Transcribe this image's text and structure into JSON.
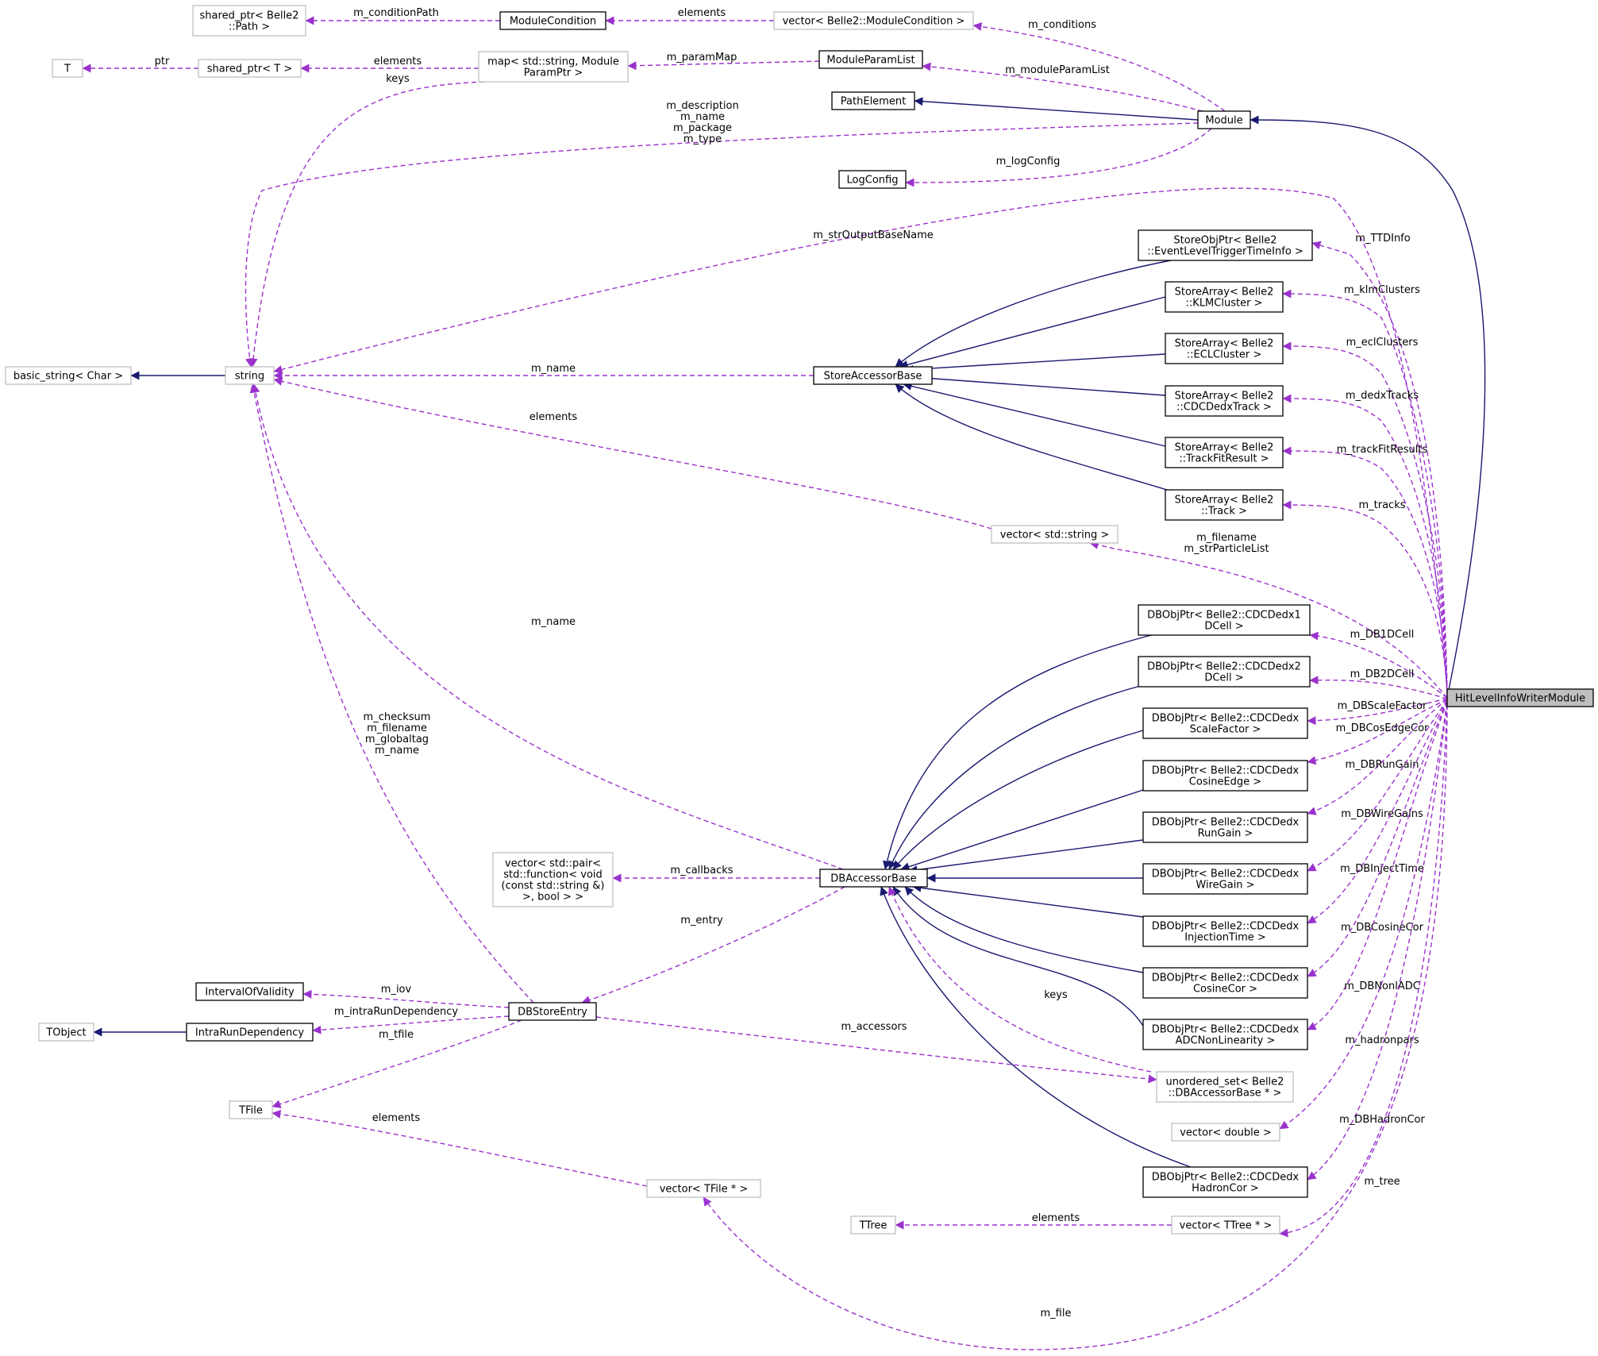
{
  "colors": {
    "background": "#ffffff",
    "node_border": "#000000",
    "external_node_border": "#bfbfbf",
    "focus_node_fill": "#bfbfbf",
    "inheritance_edge": "#191970",
    "usage_edge": "#9a32cd",
    "text": "#000000"
  },
  "nodes": [
    {
      "id": "shared_path",
      "lines": [
        "shared_ptr< Belle2",
        "::Path >"
      ],
      "style": "external"
    },
    {
      "id": "module_condition",
      "lines": [
        "ModuleCondition"
      ],
      "style": "class"
    },
    {
      "id": "vector_module_condition",
      "lines": [
        "vector< Belle2::ModuleCondition >"
      ],
      "style": "external"
    },
    {
      "id": "t",
      "lines": [
        "T"
      ],
      "style": "external"
    },
    {
      "id": "shared_t",
      "lines": [
        "shared_ptr< T >"
      ],
      "style": "external"
    },
    {
      "id": "map_param",
      "lines": [
        "map< std::string, Module",
        "ParamPtr >"
      ],
      "style": "external"
    },
    {
      "id": "module_param_list",
      "lines": [
        "ModuleParamList"
      ],
      "style": "class"
    },
    {
      "id": "path_element",
      "lines": [
        "PathElement"
      ],
      "style": "class"
    },
    {
      "id": "module",
      "lines": [
        "Module"
      ],
      "style": "class"
    },
    {
      "id": "log_config",
      "lines": [
        "LogConfig"
      ],
      "style": "class"
    },
    {
      "id": "basic_string",
      "lines": [
        "basic_string< Char >"
      ],
      "style": "external"
    },
    {
      "id": "string",
      "lines": [
        "string"
      ],
      "style": "external"
    },
    {
      "id": "store_accessor_base",
      "lines": [
        "StoreAccessorBase"
      ],
      "style": "class"
    },
    {
      "id": "store_obj_ttd",
      "lines": [
        "StoreObjPtr< Belle2",
        "::EventLevelTriggerTimeInfo >"
      ],
      "style": "class"
    },
    {
      "id": "store_klm",
      "lines": [
        "StoreArray< Belle2",
        "::KLMCluster >"
      ],
      "style": "class"
    },
    {
      "id": "store_ecl",
      "lines": [
        "StoreArray< Belle2",
        "::ECLCluster >"
      ],
      "style": "class"
    },
    {
      "id": "store_dedx",
      "lines": [
        "StoreArray< Belle2",
        "::CDCDedxTrack >"
      ],
      "style": "class"
    },
    {
      "id": "store_tfr",
      "lines": [
        "StoreArray< Belle2",
        "::TrackFitResult >"
      ],
      "style": "class"
    },
    {
      "id": "store_track",
      "lines": [
        "StoreArray< Belle2",
        "::Track >"
      ],
      "style": "class"
    },
    {
      "id": "vector_string",
      "lines": [
        "vector< std::string >"
      ],
      "style": "external"
    },
    {
      "id": "db_1dcell",
      "lines": [
        "DBObjPtr< Belle2::CDCDedx1",
        "DCell >"
      ],
      "style": "class"
    },
    {
      "id": "db_2dcell",
      "lines": [
        "DBObjPtr< Belle2::CDCDedx2",
        "DCell >"
      ],
      "style": "class"
    },
    {
      "id": "db_scale",
      "lines": [
        "DBObjPtr< Belle2::CDCDedx",
        "ScaleFactor >"
      ],
      "style": "class"
    },
    {
      "id": "db_cosedge",
      "lines": [
        "DBObjPtr< Belle2::CDCDedx",
        "CosineEdge >"
      ],
      "style": "class"
    },
    {
      "id": "db_rungain",
      "lines": [
        "DBObjPtr< Belle2::CDCDedx",
        "RunGain >"
      ],
      "style": "class"
    },
    {
      "id": "db_wiregain",
      "lines": [
        "DBObjPtr< Belle2::CDCDedx",
        "WireGain >"
      ],
      "style": "class"
    },
    {
      "id": "db_inject",
      "lines": [
        "DBObjPtr< Belle2::CDCDedx",
        "InjectionTime >"
      ],
      "style": "class"
    },
    {
      "id": "db_coscor",
      "lines": [
        "DBObjPtr< Belle2::CDCDedx",
        "CosineCor >"
      ],
      "style": "class"
    },
    {
      "id": "db_adc",
      "lines": [
        "DBObjPtr< Belle2::CDCDedx",
        "ADCNonLinearity >"
      ],
      "style": "class"
    },
    {
      "id": "db_hadron",
      "lines": [
        "DBObjPtr< Belle2::CDCDedx",
        "HadronCor >"
      ],
      "style": "class"
    },
    {
      "id": "hit_level",
      "lines": [
        "HitLevelInfoWriterModule"
      ],
      "style": "focus"
    },
    {
      "id": "vector_callbacks",
      "lines": [
        "vector< std::pair<",
        "std::function< void",
        "(const std::string &)",
        ">, bool > >"
      ],
      "style": "external"
    },
    {
      "id": "db_accessor_base",
      "lines": [
        "DBAccessorBase"
      ],
      "style": "class"
    },
    {
      "id": "interval_validity",
      "lines": [
        "IntervalOfValidity"
      ],
      "style": "class"
    },
    {
      "id": "db_store_entry",
      "lines": [
        "DBStoreEntry"
      ],
      "style": "class"
    },
    {
      "id": "tobject",
      "lines": [
        "TObject"
      ],
      "style": "external"
    },
    {
      "id": "intra_run",
      "lines": [
        "IntraRunDependency"
      ],
      "style": "class"
    },
    {
      "id": "unordered_set",
      "lines": [
        "unordered_set< Belle2",
        "::DBAccessorBase * >"
      ],
      "style": "external"
    },
    {
      "id": "tfile",
      "lines": [
        "TFile"
      ],
      "style": "external"
    },
    {
      "id": "vector_double",
      "lines": [
        "vector< double >"
      ],
      "style": "external"
    },
    {
      "id": "vector_tfile",
      "lines": [
        "vector< TFile * >"
      ],
      "style": "external"
    },
    {
      "id": "ttree",
      "lines": [
        "TTree"
      ],
      "style": "external"
    },
    {
      "id": "vector_ttree",
      "lines": [
        "vector< TTree * >"
      ],
      "style": "external"
    }
  ],
  "edges": [
    {
      "id": "e_path_element",
      "kind": "inheritance",
      "label": []
    },
    {
      "id": "e_module",
      "kind": "inheritance",
      "label": []
    },
    {
      "id": "e_basic_string",
      "kind": "inheritance",
      "label": []
    },
    {
      "id": "e_sab_ttd",
      "kind": "inheritance",
      "label": []
    },
    {
      "id": "e_sab_klm",
      "kind": "inheritance",
      "label": []
    },
    {
      "id": "e_sab_ecl",
      "kind": "inheritance",
      "label": []
    },
    {
      "id": "e_sab_dedx",
      "kind": "inheritance",
      "label": []
    },
    {
      "id": "e_sab_tfr",
      "kind": "inheritance",
      "label": []
    },
    {
      "id": "e_sab_track",
      "kind": "inheritance",
      "label": []
    },
    {
      "id": "e_dab_1d",
      "kind": "inheritance",
      "label": []
    },
    {
      "id": "e_dab_2d",
      "kind": "inheritance",
      "label": []
    },
    {
      "id": "e_dab_scale",
      "kind": "inheritance",
      "label": []
    },
    {
      "id": "e_dab_cosedge",
      "kind": "inheritance",
      "label": []
    },
    {
      "id": "e_dab_rungain",
      "kind": "inheritance",
      "label": []
    },
    {
      "id": "e_dab_wiregain",
      "kind": "inheritance",
      "label": []
    },
    {
      "id": "e_dab_inject",
      "kind": "inheritance",
      "label": []
    },
    {
      "id": "e_dab_coscor",
      "kind": "inheritance",
      "label": []
    },
    {
      "id": "e_dab_adc",
      "kind": "inheritance",
      "label": []
    },
    {
      "id": "e_dab_hadron",
      "kind": "inheritance",
      "label": []
    },
    {
      "id": "e_tobject",
      "kind": "inheritance",
      "label": []
    },
    {
      "id": "e_condition_path",
      "kind": "usage",
      "label": [
        "m_conditionPath"
      ]
    },
    {
      "id": "e_cond_elements",
      "kind": "usage",
      "label": [
        "elements"
      ]
    },
    {
      "id": "e_conditions",
      "kind": "usage",
      "label": [
        "m_conditions"
      ]
    },
    {
      "id": "e_ptr",
      "kind": "usage",
      "label": [
        "ptr"
      ]
    },
    {
      "id": "e_map_elements",
      "kind": "usage",
      "label": [
        "elements"
      ]
    },
    {
      "id": "e_param_map",
      "kind": "usage",
      "label": [
        "m_paramMap"
      ]
    },
    {
      "id": "e_module_param_list",
      "kind": "usage",
      "label": [
        "m_moduleParamList"
      ]
    },
    {
      "id": "e_map_keys",
      "kind": "usage",
      "label": [
        "keys"
      ]
    },
    {
      "id": "e_module_strings",
      "kind": "usage",
      "label": [
        "m_description",
        "m_name",
        "m_package",
        "m_type"
      ]
    },
    {
      "id": "e_log_config",
      "kind": "usage",
      "label": [
        "m_logConfig"
      ]
    },
    {
      "id": "e_str_output",
      "kind": "usage",
      "label": [
        "m_strOutputBaseName"
      ]
    },
    {
      "id": "e_sab_name",
      "kind": "usage",
      "label": [
        "m_name"
      ]
    },
    {
      "id": "e_vs_elements",
      "kind": "usage",
      "label": [
        "elements"
      ]
    },
    {
      "id": "e_ttd_info",
      "kind": "usage",
      "label": [
        "m_TTDInfo"
      ]
    },
    {
      "id": "e_klm_clusters",
      "kind": "usage",
      "label": [
        "m_klmClusters"
      ]
    },
    {
      "id": "e_ecl_clusters",
      "kind": "usage",
      "label": [
        "m_eclClusters"
      ]
    },
    {
      "id": "e_dedx_tracks",
      "kind": "usage",
      "label": [
        "m_dedxTracks"
      ]
    },
    {
      "id": "e_track_fit",
      "kind": "usage",
      "label": [
        "m_trackFitResults"
      ]
    },
    {
      "id": "e_tracks",
      "kind": "usage",
      "label": [
        "m_tracks"
      ]
    },
    {
      "id": "e_filename_list",
      "kind": "usage",
      "label": [
        "m_filename",
        "m_strParticleList"
      ]
    },
    {
      "id": "e_dab_name",
      "kind": "usage",
      "label": [
        "m_name"
      ]
    },
    {
      "id": "e_entry_strings",
      "kind": "usage",
      "label": [
        "m_checksum",
        "m_filename",
        "m_globaltag",
        "m_name"
      ]
    },
    {
      "id": "e_db1d",
      "kind": "usage",
      "label": [
        "m_DB1DCell"
      ]
    },
    {
      "id": "e_db2d",
      "kind": "usage",
      "label": [
        "m_DB2DCell"
      ]
    },
    {
      "id": "e_dbscale",
      "kind": "usage",
      "label": [
        "m_DBScaleFactor"
      ]
    },
    {
      "id": "e_dbcosedge",
      "kind": "usage",
      "label": [
        "m_DBCosEdgeCor"
      ]
    },
    {
      "id": "e_dbrungain",
      "kind": "usage",
      "label": [
        "m_DBRunGain"
      ]
    },
    {
      "id": "e_dbwiregains",
      "kind": "usage",
      "label": [
        "m_DBWireGains"
      ]
    },
    {
      "id": "e_dbinject",
      "kind": "usage",
      "label": [
        "m_DBInjectTime"
      ]
    },
    {
      "id": "e_dbcosinecor",
      "kind": "usage",
      "label": [
        "m_DBCosineCor"
      ]
    },
    {
      "id": "e_dbnonladc",
      "kind": "usage",
      "label": [
        "m_DBNonlADC"
      ]
    },
    {
      "id": "e_hadronpars",
      "kind": "usage",
      "label": [
        "m_hadronpars"
      ]
    },
    {
      "id": "e_dbhadroncor",
      "kind": "usage",
      "label": [
        "m_DBHadronCor"
      ]
    },
    {
      "id": "e_tree",
      "kind": "usage",
      "label": [
        "m_tree"
      ]
    },
    {
      "id": "e_file",
      "kind": "usage",
      "label": [
        "m_file"
      ]
    },
    {
      "id": "e_callbacks",
      "kind": "usage",
      "label": [
        "m_callbacks"
      ]
    },
    {
      "id": "e_entry",
      "kind": "usage",
      "label": [
        "m_entry"
      ]
    },
    {
      "id": "e_iov",
      "kind": "usage",
      "label": [
        "m_iov"
      ]
    },
    {
      "id": "e_intra_run",
      "kind": "usage",
      "label": [
        "m_intraRunDependency"
      ]
    },
    {
      "id": "e_tfile",
      "kind": "usage",
      "label": [
        "m_tfile"
      ]
    },
    {
      "id": "e_accessors",
      "kind": "usage",
      "label": [
        "m_accessors"
      ]
    },
    {
      "id": "e_keys",
      "kind": "usage",
      "label": [
        "keys"
      ]
    },
    {
      "id": "e_tfile_elements",
      "kind": "usage",
      "label": [
        "elements"
      ]
    },
    {
      "id": "e_ttree_elements",
      "kind": "usage",
      "label": [
        "elements"
      ]
    }
  ]
}
